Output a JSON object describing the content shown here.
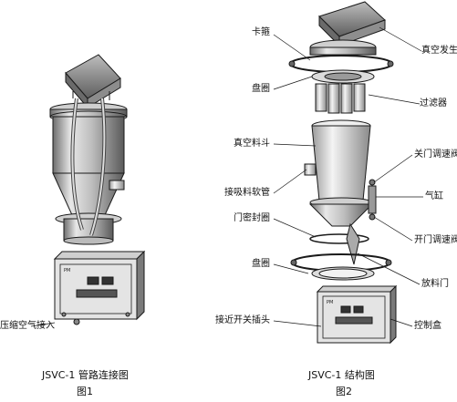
{
  "figure1": {
    "callout": "压缩空气接入",
    "caption_title": "JSVC-1 管路连接图",
    "caption_num": "图1"
  },
  "figure2": {
    "callouts": {
      "clamp": "卡箍",
      "vacuum_generator": "真空发生器",
      "tray_ring_top": "盘圈",
      "filter": "过滤器",
      "vacuum_hopper": "真空料斗",
      "close_speed_valve": "关门调速阀",
      "suction_hose": "接吸料软管",
      "cylinder": "气缸",
      "door_seal": "门密封圈",
      "open_speed_valve": "开门调速阀",
      "tray_ring_bottom": "盘圈",
      "discharge_door": "放料门",
      "proximity_plug": "接近开关插头",
      "control_box": "控制盒"
    },
    "caption_title": "JSVC-1 结构图",
    "caption_num": "图2"
  },
  "colors": {
    "line": "#1a1a1a",
    "shade": "#8a8a8a",
    "light": "#d9d9d9"
  }
}
